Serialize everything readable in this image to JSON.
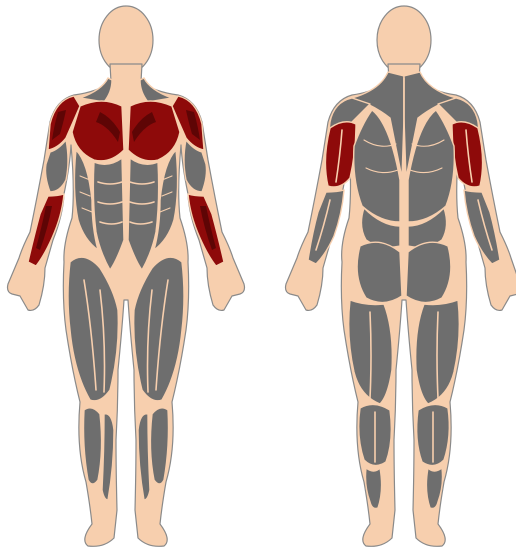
{
  "figure": {
    "views": [
      "front",
      "back"
    ],
    "highlighted_muscles": [
      "deltoids",
      "forearms"
    ],
    "colors": {
      "skin": "#f7cfae",
      "outline": "#8a8a8a",
      "muscle": "#6e6e6e",
      "highlight": "#8e0a0a",
      "highlight_dark": "#5e0505"
    }
  }
}
